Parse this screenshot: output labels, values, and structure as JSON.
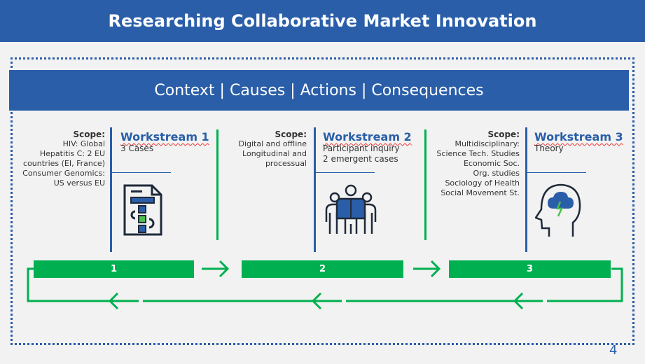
{
  "title": "Researching Collaborative Market Innovation",
  "banner": "Context | Causes | Actions | Consequences",
  "workstreams": [
    {
      "scope_label": "Scope:",
      "scope_lines": [
        "HIV: Global",
        "Hepatitis C: 2 EU",
        "countries (EI, France)",
        "Consumer Genomics:",
        "US versus EU"
      ],
      "title": "Workstream 1",
      "sub": [
        "3 Cases"
      ],
      "icon": "document-checklist-icon",
      "step": "1"
    },
    {
      "scope_label": "Scope:",
      "scope_lines": [
        "Digital and offline",
        "Longitudinal and",
        "processual"
      ],
      "title": "Workstream 2",
      "sub": [
        "Participant inquiry",
        "2 emergent cases"
      ],
      "icon": "group-people-icon",
      "step": "2"
    },
    {
      "scope_label": "Scope:",
      "scope_lines": [
        "Multidisciplinary:",
        "Science Tech. Studies",
        "Economic Soc.",
        "Org. studies",
        "Sociology of Health",
        "Social Movement St."
      ],
      "title": "Workstream 3",
      "sub": [
        "Theory"
      ],
      "icon": "head-brainstorm-icon",
      "step": "3"
    }
  ],
  "page_number": "4",
  "colors": {
    "blue": "#2a5ea8",
    "green": "#00b050"
  }
}
